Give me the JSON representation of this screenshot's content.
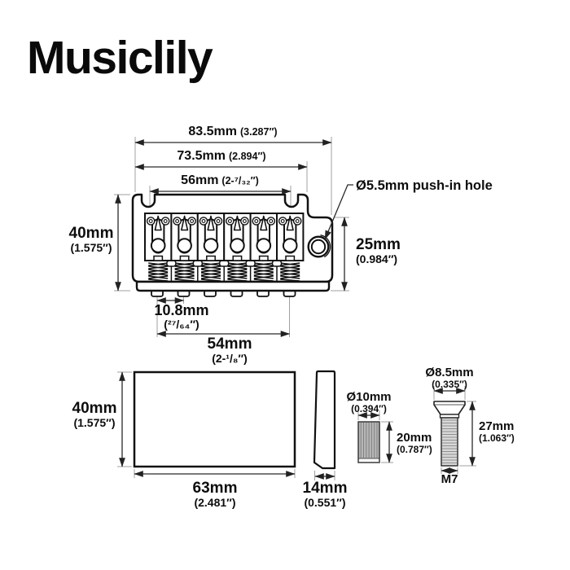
{
  "logo": "Musiclily",
  "colors": {
    "background": "#ffffff",
    "line_art": "#111111",
    "dimension_lines": "#2a2a2a",
    "extension_lines": "#a0a0a0",
    "bushing_fill": "#b7b7b7",
    "thread_fill": "#d8d8d8"
  },
  "top_view": {
    "overall_width": {
      "mm": "83.5mm",
      "in": "(3.287″)"
    },
    "mid_width": {
      "mm": "73.5mm",
      "in": "(2.894″)"
    },
    "saddle_span": {
      "mm": "56mm",
      "in": "(2-⁷/₃₂″)"
    },
    "height": {
      "mm": "40mm",
      "in": "(1.575″)"
    },
    "right_depth": {
      "mm": "25mm",
      "in": "(0.984″)"
    },
    "arm_hole_note": "Ø5.5mm push-in hole",
    "string_pitch": {
      "mm": "10.8mm",
      "in": "(²⁷/₆₄″)"
    },
    "string_span": {
      "mm": "54mm",
      "in": "(2-¹/₈″)"
    }
  },
  "bottom_view": {
    "block_height": {
      "mm": "40mm",
      "in": "(1.575″)"
    },
    "block_width": {
      "mm": "63mm",
      "in": "(2.481″)"
    },
    "side_thickness": {
      "mm": "14mm",
      "in": "(0.551″)"
    },
    "bushing_diameter": {
      "mm": "Ø10mm",
      "in": "(0.394″)"
    },
    "bushing_length": {
      "mm": "20mm",
      "in": "(0.787″)"
    },
    "stud_head_diameter": {
      "mm": "Ø8.5mm",
      "in": "(0.335″)"
    },
    "stud_length": {
      "mm": "27mm",
      "in": "(1.063″)"
    },
    "stud_thread": "M7"
  }
}
